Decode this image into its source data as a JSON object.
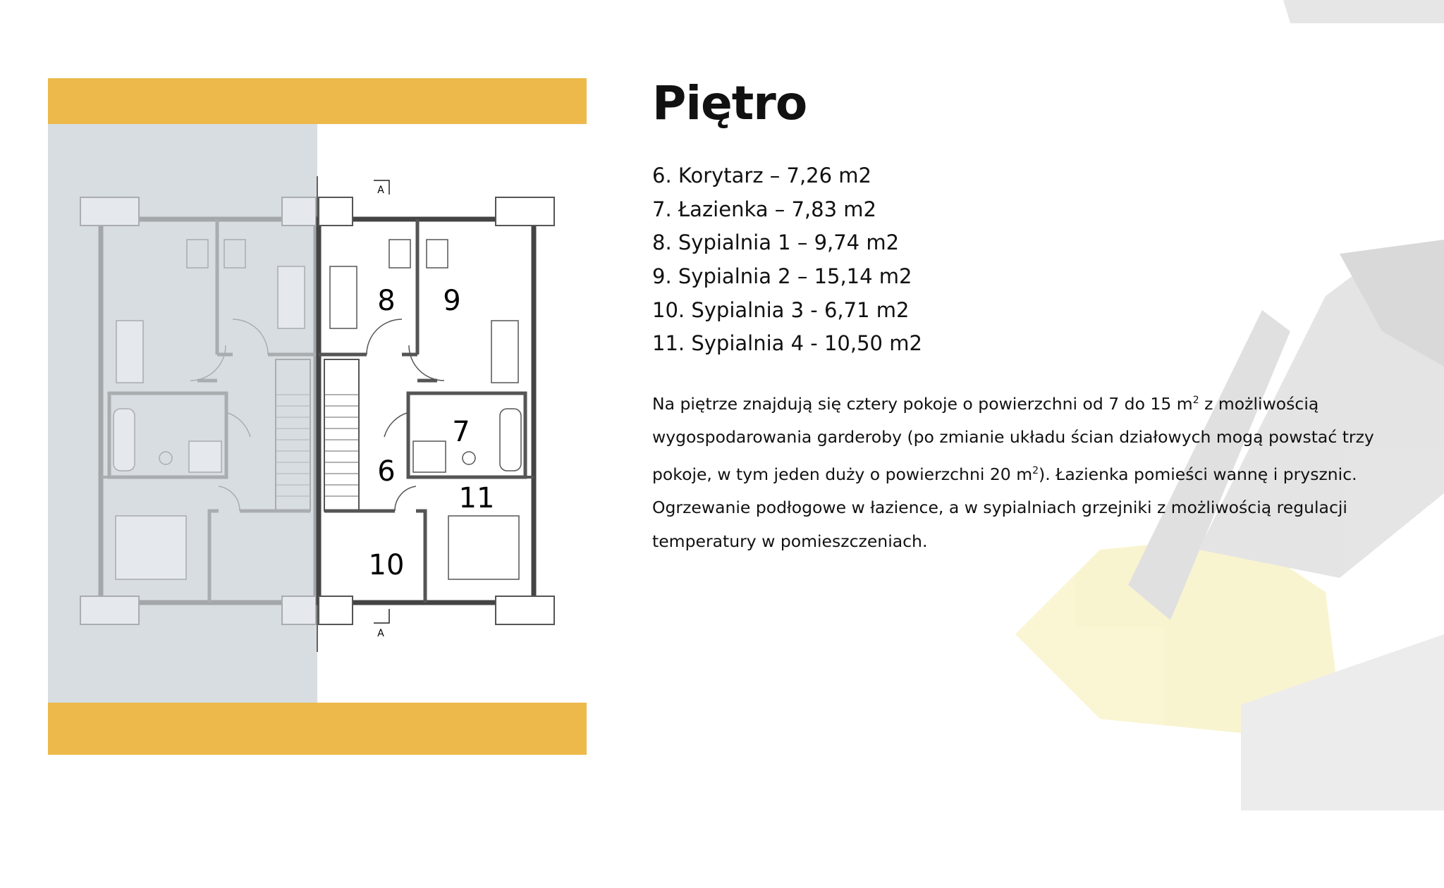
{
  "colors": {
    "accent": "#ecb94a",
    "shade": "#d8dde2",
    "text": "#111111"
  },
  "floorplan": {
    "room_labels": [
      "6",
      "7",
      "8",
      "9",
      "10",
      "11"
    ],
    "section_marker": "A"
  },
  "section": {
    "title": "Piętro",
    "rooms": [
      "6. Korytarz – 7,26 m2",
      "7. Łazienka – 7,83 m2",
      "8. Sypialnia 1 – 9,74 m2",
      "9. Sypialnia 2 – 15,14 m2",
      "10. Sypialnia 3 - 6,71 m2",
      "11. Sypialnia 4 - 10,50 m2"
    ],
    "description": {
      "p1": "Na piętrze znajdują się cztery pokoje o powierzchni od 7 do 15 m",
      "sup1": "2",
      "p2": " z możliwością wygospodarowania garderoby (po zmianie układu ścian działowych mogą powstać trzy pokoje, w tym jeden duży o powierzchni 20 m",
      "sup2": "2",
      "p3": "). Łazienka pomieści wannę i prysznic. Ogrzewanie podłogowe w łazience, a w sypialniach grzejniki z możliwością regulacji temperatury w pomieszczeniach."
    }
  }
}
